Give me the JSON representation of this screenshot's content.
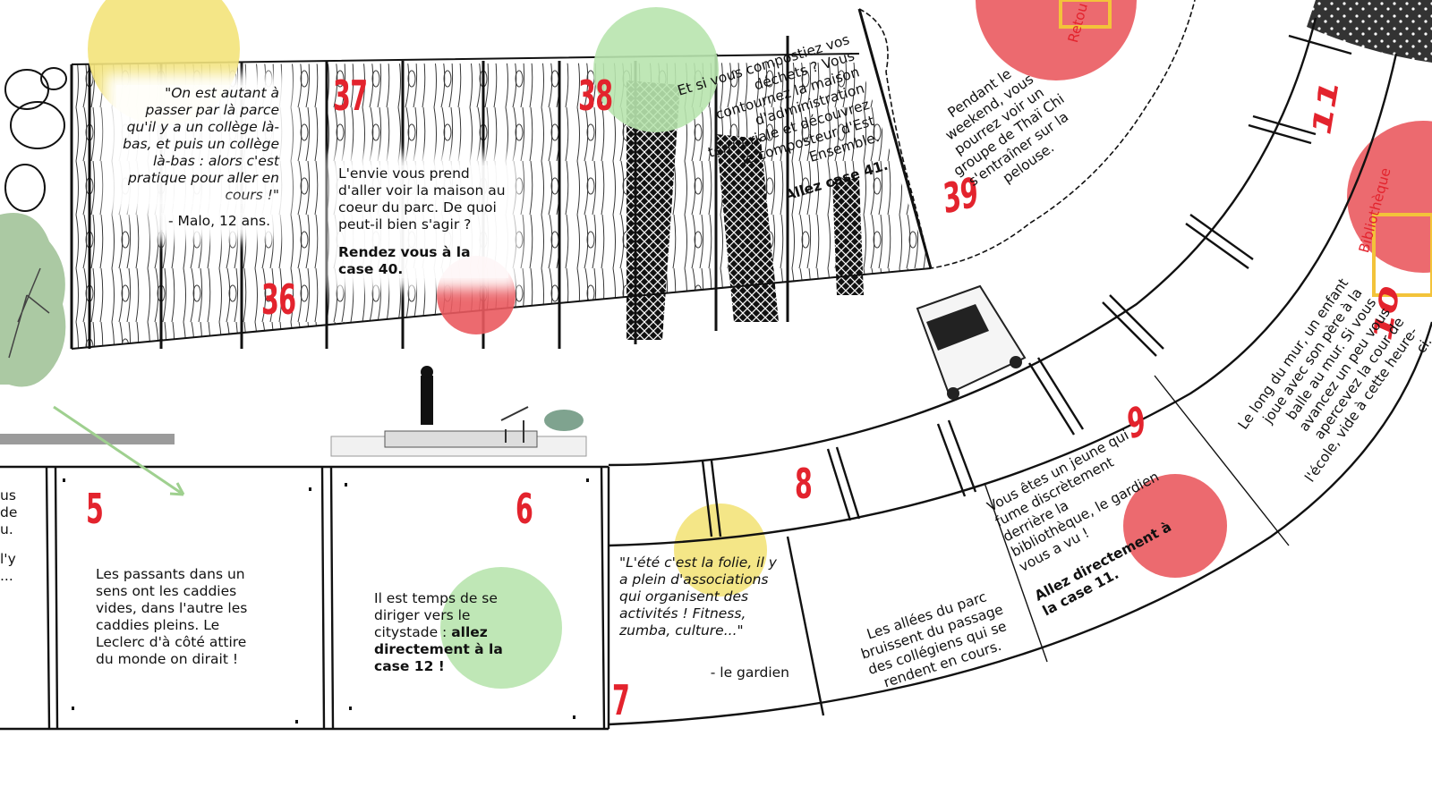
{
  "board": {
    "colors": {
      "red": "#e3232d",
      "yellow": "#f3e37a",
      "green": "#b8e4ae",
      "redcircle": "#ea5a5f"
    },
    "cells": {
      "c5": {
        "number": "5",
        "text": "Les passants dans un sens ont les caddies vides, dans l'autre les caddies pleins. Le Leclerc d'à côté attire du monde on dirait !"
      },
      "c6": {
        "number": "6",
        "text": "Il est temps de se diriger vers le citystade :",
        "action": "allez directement à la case 12 !"
      },
      "c7": {
        "number": "7",
        "quote": "\"L'été c'est la folie, il y a plein d'associations qui organisent des activités ! Fitness, zumba, culture...\"",
        "author": "- le gardien"
      },
      "c8": {
        "number": "8",
        "text": "Les allées du parc bruissent du passage des collégiens qui se rendent en cours."
      },
      "c9": {
        "number": "9",
        "text": "Vous êtes un jeune qui fume discrètement derrière la bibliothèque, le gardien vous a vu !",
        "action": "Allez directement à la case 11."
      },
      "c10": {
        "number": "10",
        "text": "Le long du mur, un enfant joue avec son père à la balle au mur. Si vous avancez un peu vous apercevez la cour de l'école, vide à cette heure-ci."
      },
      "c11": {
        "number": "11",
        "label": "Bibliothèque"
      },
      "c36": {
        "number": "36",
        "quote": "\"On est autant à passer par là parce qu'il y a un collège là-bas, et puis un collège là-bas : alors c'est pratique pour aller en cours !\"",
        "author": "- Malo, 12 ans."
      },
      "c37": {
        "number": "37",
        "text": "L'envie vous prend d'aller voir la maison au coeur du parc. De quoi peut-il bien s'agir ?",
        "action": "Rendez vous à la case 40."
      },
      "c38": {
        "number": "38",
        "text": "Et si vous compostiez vos déchets ? Vous contournez la maison d'administration territoriale et découvrez le composteur d'Est Ensemble.",
        "action": "Allez case 41."
      },
      "c39": {
        "number": "39",
        "text": "Pendant le weekend, vous pourrez voir un groupe de Thaï Chi s'entraîner sur la pelouse."
      },
      "c4_fragment": {
        "lines": [
          "us",
          "de",
          "u.",
          "l'y",
          "..."
        ]
      },
      "retour_fragment": "Retou"
    }
  }
}
